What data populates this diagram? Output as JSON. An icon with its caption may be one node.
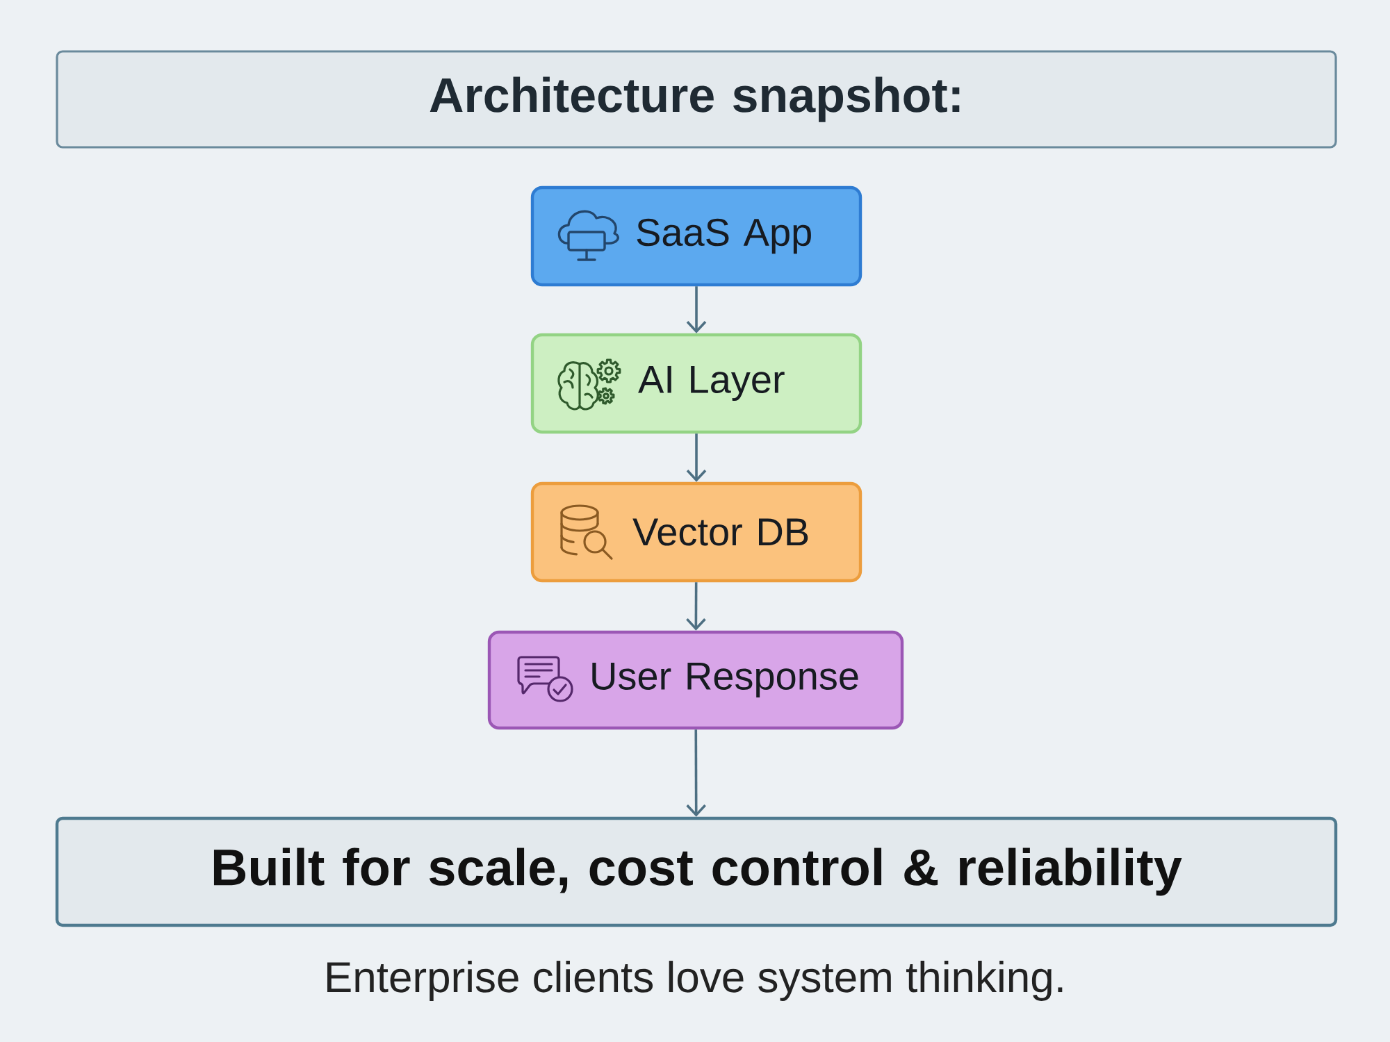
{
  "diagram": {
    "caption": "Enterprise clients love system thinking.",
    "nodes": [
      {
        "text": [
          "Architecture snapshot:"
        ]
      },
      {
        "text": [
          "SaaS App"
        ]
      },
      {
        "text": [
          "AI Layer"
        ]
      },
      {
        "text": [
          "Vector DB"
        ]
      },
      {
        "text": [
          "User Response"
        ]
      },
      {
        "text": [
          "Built for scale, cost control & reliability"
        ]
      }
    ],
    "edges": [
      {
        "from": 1,
        "to": 2,
        "arrow": "to"
      },
      {
        "from": 2,
        "to": 3,
        "arrow": "to"
      },
      {
        "from": 3,
        "to": 4,
        "arrow": "to"
      },
      {
        "from": 4,
        "to": 5,
        "arrow": "to"
      }
    ]
  }
}
